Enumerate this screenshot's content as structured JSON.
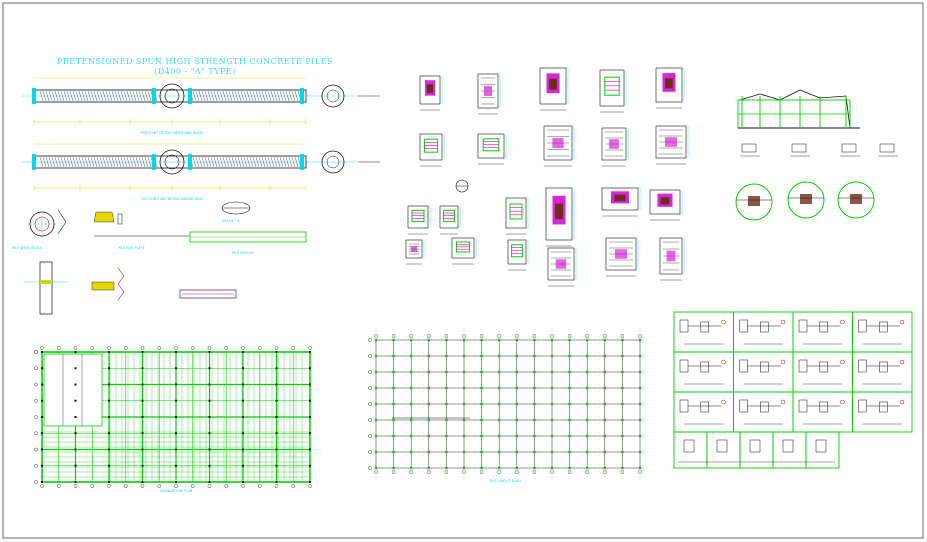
{
  "drawing": {
    "title_line1": "PRETENSIONED SPUN HIGH STRENGTH CONCRETE PILES",
    "title_line2": "(D400 - \"A\" TYPE)"
  },
  "colors": {
    "background": "#ffffff",
    "frame": "#444444",
    "linework": "#111111",
    "grid": "#00d000",
    "annotation_cyan": "#00d8e8",
    "dimension_yellow": "#e6d600",
    "section_magenta": "#d000d0",
    "accent_red": "#d00000"
  },
  "pile_views": [
    {
      "label": "PILE JOINT DETAIL (BEAM AND BASE)"
    },
    {
      "label": "SECTION JOINT DETAIL (SHEAR BOX)"
    }
  ],
  "pile_details": [
    {
      "label": "PILE SHOE DETAIL"
    },
    {
      "label": "DETAIL - A"
    },
    {
      "label": "PILE END PLATE"
    },
    {
      "label": "PILE SKETCH"
    }
  ],
  "plans": {
    "left_plan_caption": "FOUNDATION PLAN",
    "right_plan_caption": "PILE LAYOUT PLAN",
    "left_plan_cols": 16,
    "left_plan_rows": 8,
    "right_plan_cols": 15,
    "right_plan_rows": 8
  },
  "details_panel": {
    "rows": 3,
    "cols": 4,
    "bottom_boxes": 5
  }
}
